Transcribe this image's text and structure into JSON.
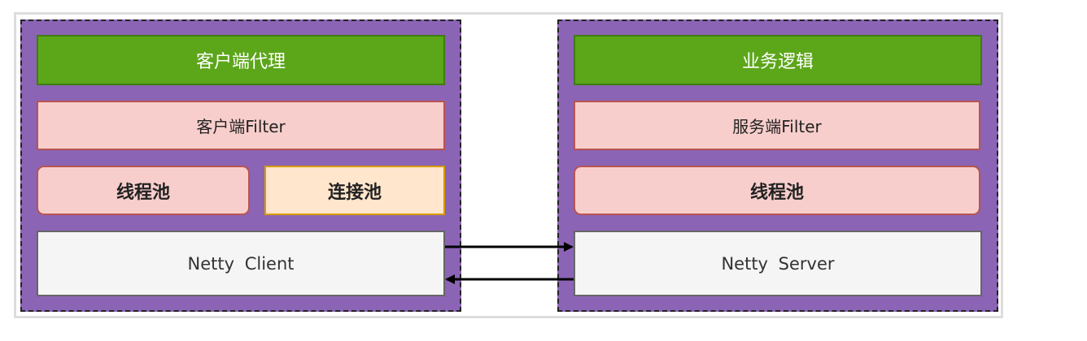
{
  "client": {
    "proxy": "客户端代理",
    "filter": "客户端Filter",
    "thread_pool": "线程池",
    "connection_pool": "连接池",
    "netty": "Netty Client"
  },
  "server": {
    "logic": "业务逻辑",
    "filter": "服务端Filter",
    "thread_pool": "线程池",
    "netty": "Netty Server"
  },
  "colors": {
    "panel": "#8b64b5",
    "green": "#5ca61a",
    "pink": "#f8cecc",
    "orange": "#ffe6cc",
    "grey": "#f5f5f5"
  }
}
